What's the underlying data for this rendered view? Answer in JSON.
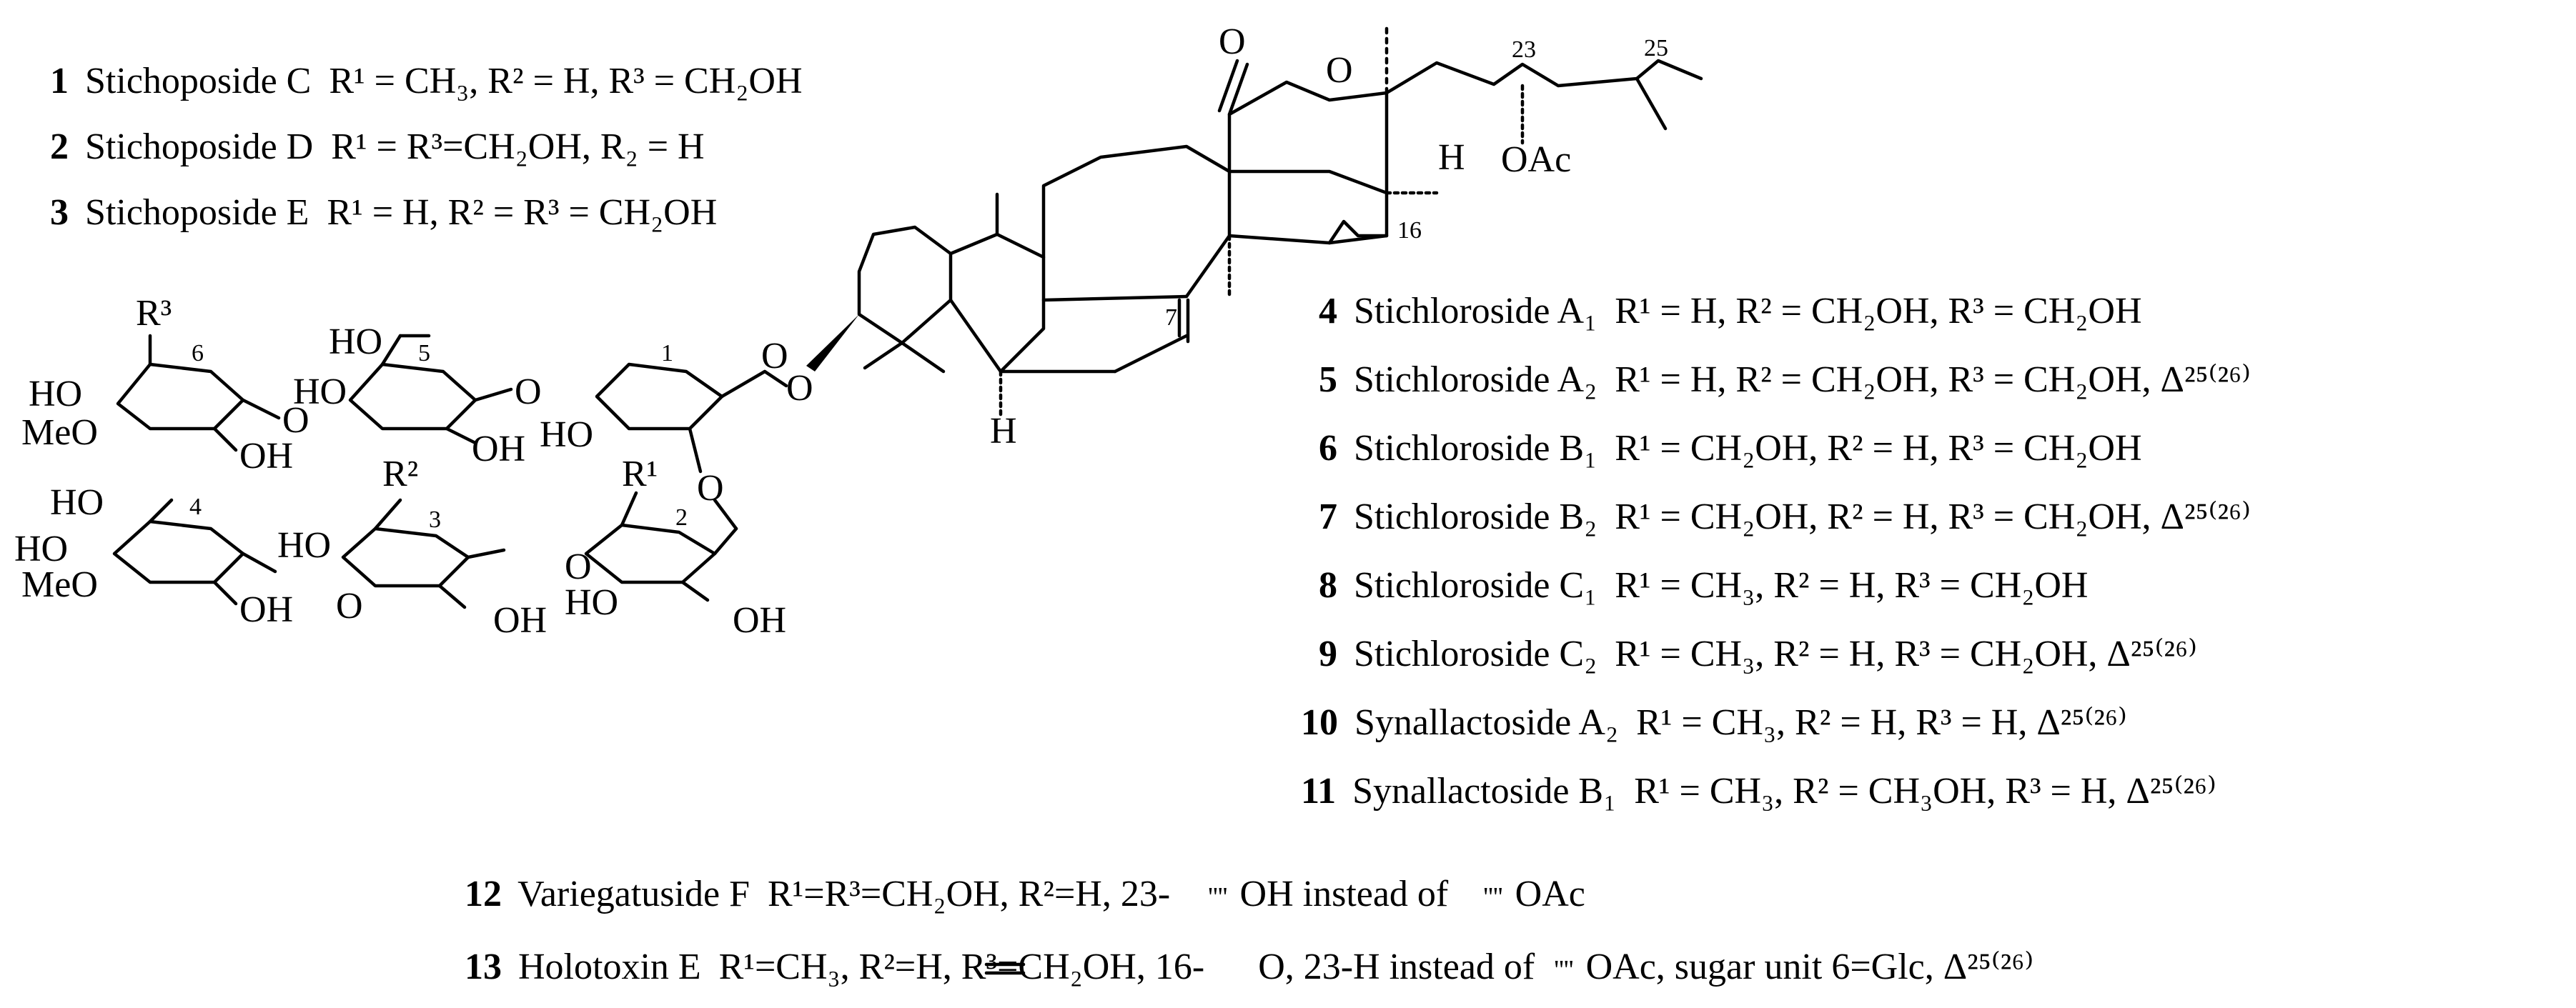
{
  "compounds_top": [
    {
      "num": "1",
      "name": "Stichoposide C",
      "desc": "R¹ = CH₃, R² = H, R³ = CH₂OH"
    },
    {
      "num": "2",
      "name": "Stichoposide D",
      "desc": "R¹ = R³=CH₂OH, R₂ = H"
    },
    {
      "num": "3",
      "name": "Stichoposide E",
      "desc": "R¹ = H, R² = R³ = CH₂OH"
    }
  ],
  "compounds_right": [
    {
      "num": "4",
      "name": "Stichloroside A₁",
      "desc": "R¹ = H, R² = CH₂OH, R³ = CH₂OH"
    },
    {
      "num": "5",
      "name": "Stichloroside A₂",
      "desc": "R¹ = H, R² = CH₂OH, R³ = CH₂OH, Δ²⁵⁽²⁶⁾"
    },
    {
      "num": "6",
      "name": "Stichloroside B₁",
      "desc": "R¹ = CH₂OH, R² = H, R³ = CH₂OH"
    },
    {
      "num": "7",
      "name": "Stichloroside B₂",
      "desc": "R¹ = CH₂OH, R² = H, R³ = CH₂OH, Δ²⁵⁽²⁶⁾"
    },
    {
      "num": "8",
      "name": "Stichloroside C₁",
      "desc": "R¹ = CH₃, R² = H, R³ = CH₂OH"
    },
    {
      "num": "9",
      "name": "Stichloroside C₂",
      "desc": "R¹ = CH₃, R² = H, R³ = CH₂OH, Δ²⁵⁽²⁶⁾"
    },
    {
      "num": "10",
      "name": "Synallactoside A₂",
      "desc": "R¹ = CH₃, R² = H, R³ = H, Δ²⁵⁽²⁶⁾"
    },
    {
      "num": "11",
      "name": "Synallactoside B₁",
      "desc": "R¹ = CH₃, R² = CH₃OH, R³ = H, Δ²⁵⁽²⁶⁾"
    }
  ],
  "compounds_bottom": [
    {
      "num": "12",
      "name": "Variegatuside F",
      "desc_a": "R¹=R³=CH₂OH, R²=H, 23-",
      "mark_a": "''''",
      "desc_b": "OH instead of",
      "mark_b": "''''",
      "desc_c": "OAc"
    },
    {
      "num": "13",
      "name": "Holotoxin E",
      "desc_a": "R¹=CH₃, R²=H, R³=CH₂OH, 16-",
      "desc_b": "O, 23-H instead of",
      "mark_b": "''''",
      "desc_c": "OAc, sugar unit 6=Glc, Δ²⁵⁽²⁶⁾"
    }
  ],
  "structure_labels": {
    "carbonyl_o": "O",
    "ring_o": "O",
    "c23": "23",
    "c25": "25",
    "h20": "H",
    "oac": "OAc",
    "c16": "16",
    "c7": "7",
    "h5": "H",
    "glyco_o": "O",
    "r3": "R³",
    "c6": "6",
    "ho_s6": "HO",
    "meo_s6": "MeO",
    "oh_s6": "OH",
    "link_o_65": "O",
    "ho_s5a": "HO",
    "ho_s5b": "HO",
    "c5": "5",
    "oh_s5": "OH",
    "link_o_51": "O",
    "c1": "1",
    "ho_s1": "HO",
    "ring_o_s1": "O",
    "link_o_12": "O",
    "ho_s4a": "HO",
    "c4": "4",
    "ho_s4b": "HO",
    "meo_s4": "MeO",
    "oh_s4": "OH",
    "r2": "R²",
    "c3": "3",
    "link_o_43": "O",
    "ho_s3": "HO",
    "oh_s3": "OH",
    "link_o_32": "O",
    "r1": "R¹",
    "c2": "2",
    "ho_s2": "HO",
    "oh_s2": "OH"
  }
}
